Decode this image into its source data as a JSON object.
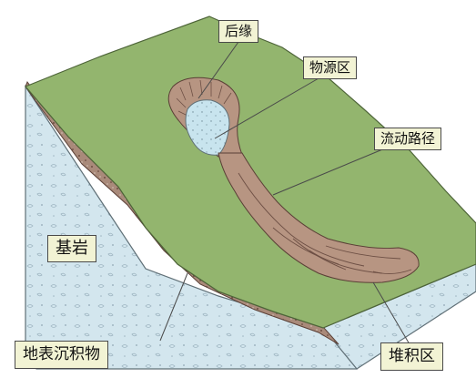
{
  "labels": {
    "houyuan": "后缘",
    "wuyuanqu": "物源区",
    "liudong_lujing": "流动路径",
    "jiyan": "基岩",
    "dibiao_chenjiwu": "地表沉积物",
    "duijiqu": "堆积区"
  },
  "colors": {
    "surface_green": "#93b56e",
    "bedrock_blue": "#d3e6ee",
    "sediment_brown": "#a98a7a",
    "flow_brown": "#b79582",
    "source_blue": "#c8e4ee",
    "callout_bg": "#f2f3d4"
  }
}
